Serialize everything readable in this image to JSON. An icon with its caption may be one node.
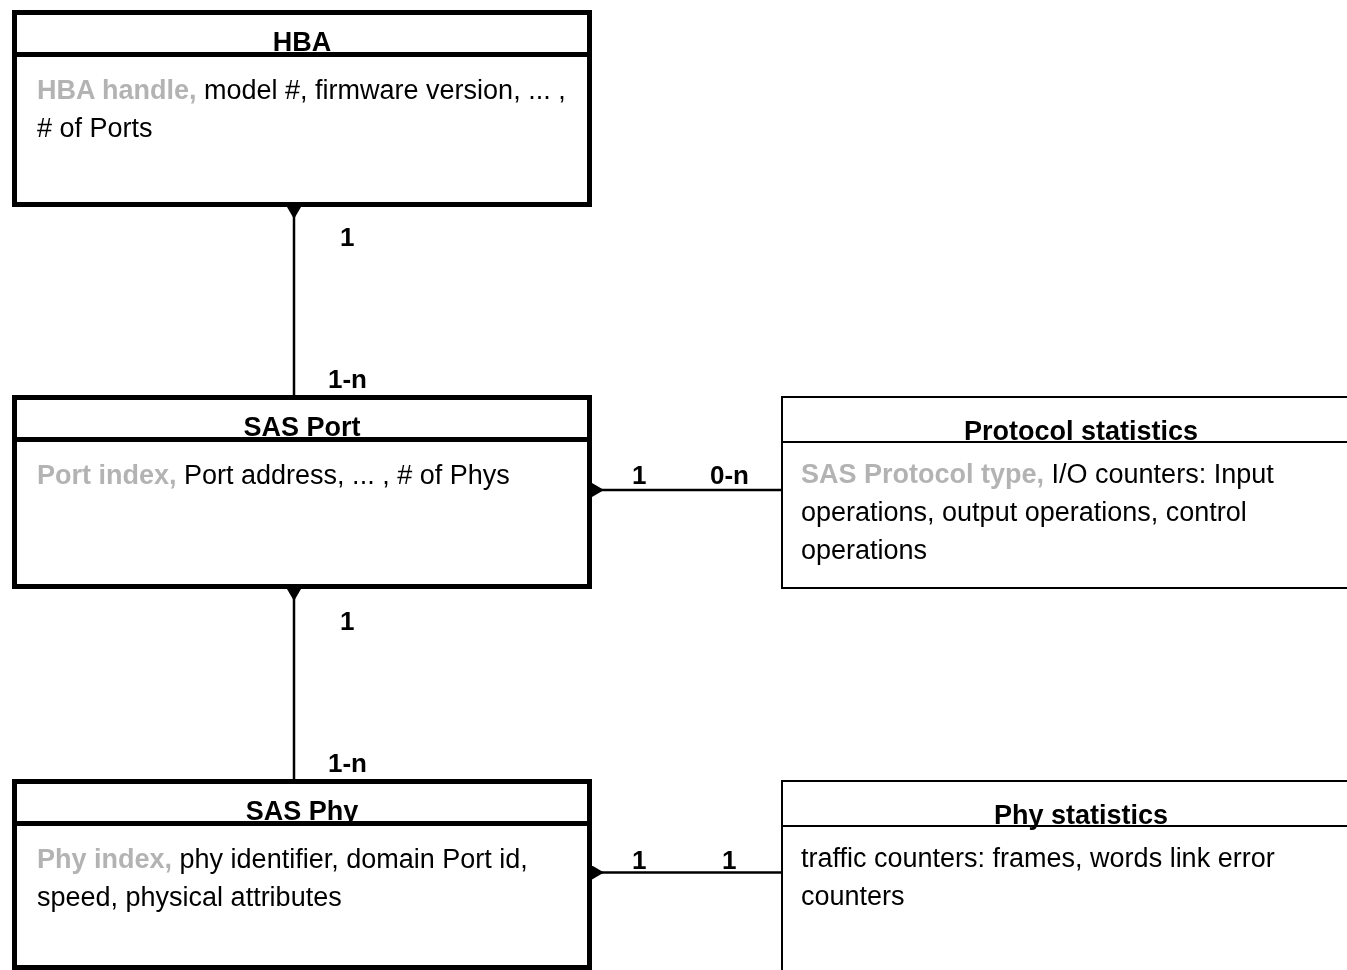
{
  "diagram": {
    "nodes": [
      {
        "text": [
          "HBA",
          "HBA handle,",
          "model #, firmware version, ... , # of Ports"
        ]
      },
      {
        "text": [
          "SAS Port",
          "Port index,",
          "Port address, ... , # of Phys"
        ]
      },
      {
        "text": [
          "Protocol statistics",
          "SAS Protocol type,",
          "I/O counters: Input operations, output operations, control operations"
        ]
      },
      {
        "text": [
          "SAS Phy",
          "Phy index,",
          "phy identifier, domain Port id, speed, physical attributes"
        ]
      },
      {
        "text": [
          "Phy statistics",
          "traffic counters: frames, words link error counters"
        ]
      }
    ],
    "edges": [
      {
        "from": 0,
        "to": 1,
        "arrow": "other"
      },
      {
        "from": 1,
        "to": 2,
        "arrow": "other"
      },
      {
        "from": 1,
        "to": 3,
        "arrow": "other"
      },
      {
        "from": 3,
        "to": 4,
        "arrow": "other"
      }
    ],
    "labels": [
      "1",
      "1-n",
      "1",
      "0-n",
      "1",
      "1-n",
      "1",
      "1"
    ]
  }
}
